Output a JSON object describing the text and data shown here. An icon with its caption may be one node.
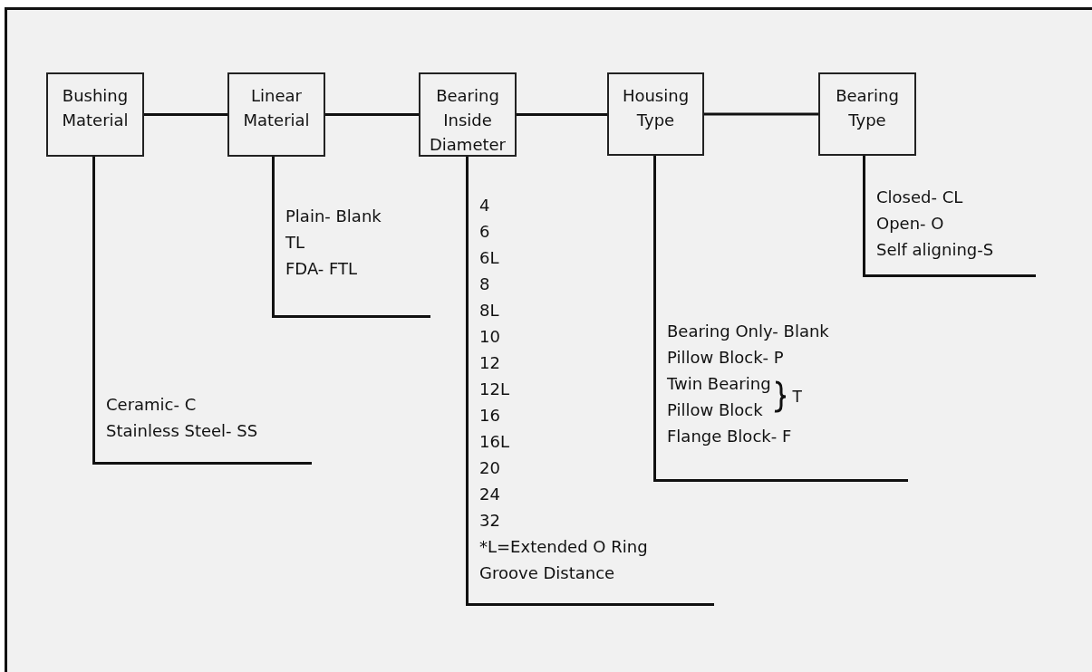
{
  "diagram": {
    "nodes": [
      {
        "text": [
          "Bushing Material"
        ]
      },
      {
        "text": [
          "Linear Material"
        ]
      },
      {
        "text": [
          "Bearing Inside Diameter"
        ]
      },
      {
        "text": [
          "Housing Type"
        ]
      },
      {
        "text": [
          "Bearing Type"
        ]
      },
      {
        "text": [
          "Ceramic- C",
          "Stainless Steel- SS"
        ]
      },
      {
        "text": [
          "Plain- Blank",
          "TL",
          "FDA- FTL"
        ]
      },
      {
        "text": [
          "4",
          "6",
          "6L",
          "8",
          "8L",
          "10",
          "12",
          "12L",
          "16",
          "16L",
          "20",
          "24",
          "32",
          "*L=Extended O Ring Groove Distance"
        ]
      },
      {
        "text": [
          "Bearing Only- Blank",
          "Pillow Block- P",
          "Twin Bearing",
          "Pillow Block",
          "T",
          "Flange Block- F"
        ]
      },
      {
        "text": [
          "Closed- CL",
          "Open- O",
          "Self aligning-S"
        ]
      }
    ],
    "edges": [
      {
        "from": 0,
        "to": 1,
        "arrow": "none"
      },
      {
        "from": 1,
        "to": 2,
        "arrow": "none"
      },
      {
        "from": 2,
        "to": 3,
        "arrow": "none"
      },
      {
        "from": 3,
        "to": 4,
        "arrow": "none"
      },
      {
        "from": 0,
        "to": 5,
        "arrow": "none"
      },
      {
        "from": 1,
        "to": 6,
        "arrow": "none"
      },
      {
        "from": 2,
        "to": 7,
        "arrow": "none"
      },
      {
        "from": 3,
        "to": 8,
        "arrow": "none"
      },
      {
        "from": 4,
        "to": 9,
        "arrow": "none"
      }
    ]
  }
}
